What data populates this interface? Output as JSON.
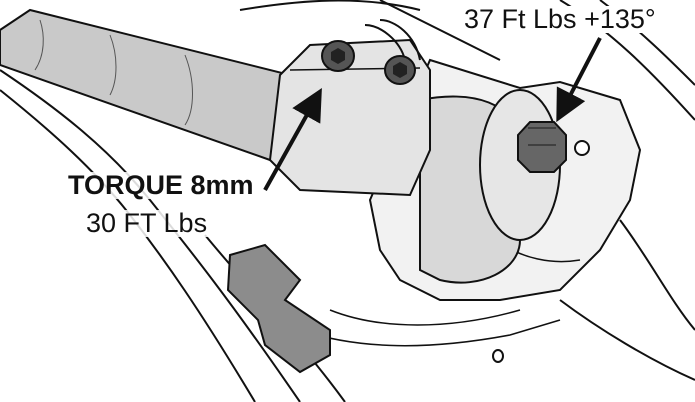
{
  "callouts": {
    "bolt_torque": "37 Ft Lbs +135°",
    "clamp_torque_title": "TORQUE 8mm",
    "clamp_torque_value": "30 FT Lbs"
  },
  "colors": {
    "line": "#111111",
    "part_fill": "#dcdcdc",
    "dark_part": "#555555",
    "tag_fill": "#8c8c8c",
    "background": "#ffffff"
  },
  "icons": [
    "hex-bolt-icon",
    "socket-head-screw-icon",
    "arrow-icon"
  ]
}
